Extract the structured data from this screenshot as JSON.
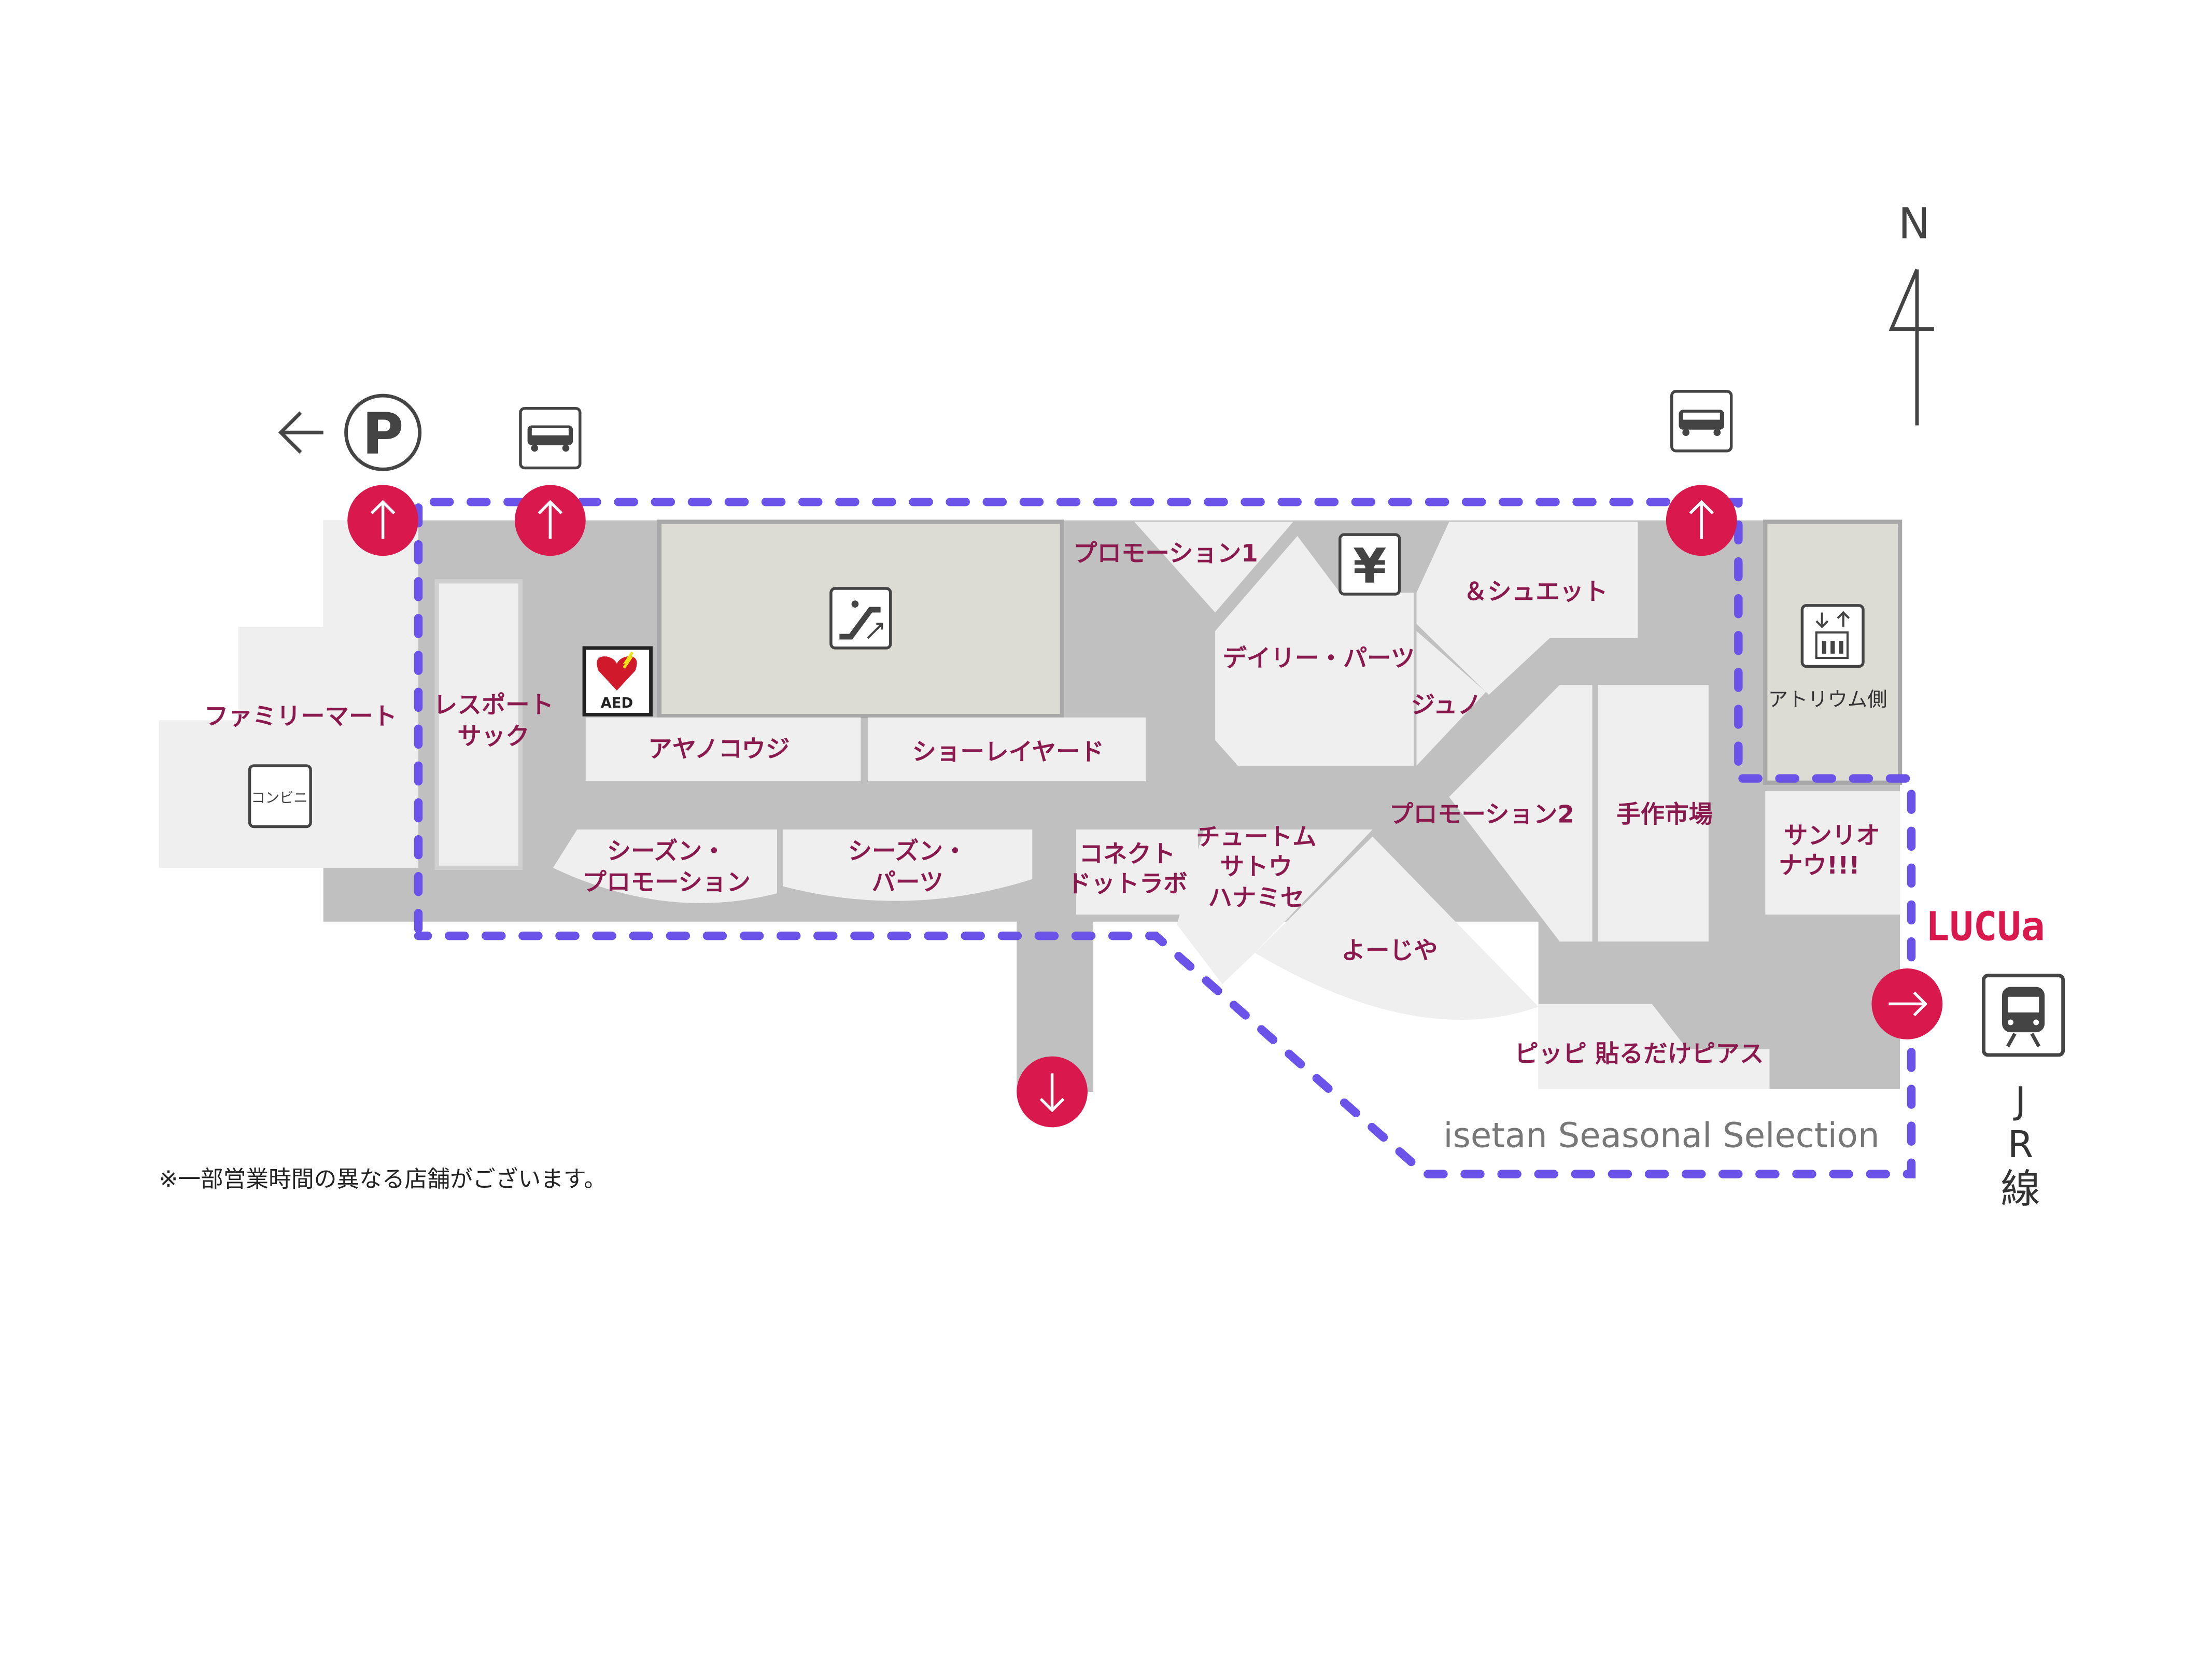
{
  "compass": {
    "label": "N"
  },
  "shops": {
    "family_mart": "ファミリーマート",
    "konbini": "コンビニ",
    "lesportsac_1": "レスポート",
    "lesportsac_2": "サック",
    "ayanokouji": "アヤノコウジ",
    "show_layard": "ショーレイヤード",
    "season_promo_1": "シーズン・",
    "season_promo_2": "プロモーション",
    "season_parts_1": "シーズン・",
    "season_parts_2": "パーツ",
    "connect_1": "コネクト",
    "connect_2": "ドットラボ",
    "chutom_1": "チュートム",
    "chutom_2": "サトウ",
    "chutom_3": "ハナミセ",
    "promotion1": "プロモーション1",
    "daily_parts": "デイリー・パーツ",
    "juno": "ジュノ",
    "and_chouette": "＆シュエット",
    "promotion2": "プロモーション2",
    "tezukuri": "手作市場",
    "atrium": "アトリウム側",
    "sanrio_1": "サンリオ",
    "sanrio_2": "ナウ!!!",
    "yojiya": "よーじや",
    "pippi": "ピッピ 貼るだけピアス"
  },
  "area_label": "isetan  Seasonal Selection",
  "brand": "LUCUa",
  "jr_line": [
    "J",
    "R",
    "線"
  ],
  "aed_label": "AED",
  "footnote": "※一部営業時間の異なる店舗がございます。",
  "colors": {
    "accent": "#d9184e",
    "route": "#6b52e8",
    "label": "#8a1a4e",
    "corridor": "#c0c0c0"
  },
  "icons": [
    "arrow-left-icon",
    "parking-icon",
    "bus-icon",
    "exit-arrow-icon",
    "escalator-icon",
    "aed-icon",
    "yen-atm-icon",
    "elevator-icon",
    "train-icon",
    "convenience-store-icon",
    "north-compass-icon"
  ]
}
